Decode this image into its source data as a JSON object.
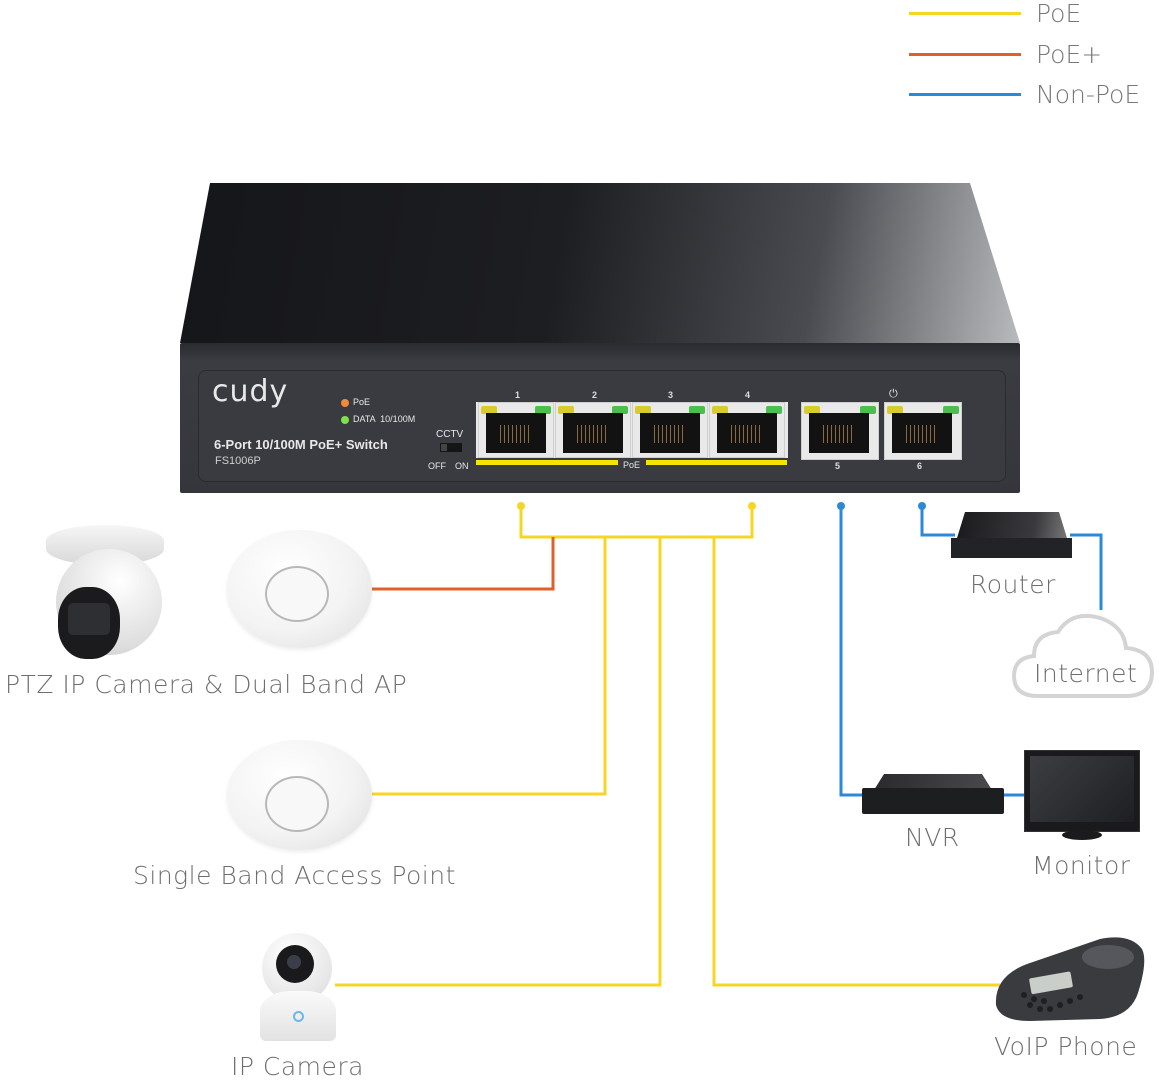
{
  "legend": [
    {
      "label": "PoE",
      "color": "#f5d723"
    },
    {
      "label": "PoE+",
      "color": "#e0602a"
    },
    {
      "label": "Non-PoE",
      "color": "#2b8ad8"
    }
  ],
  "switch": {
    "brand": "cudy",
    "product_name": "6-Port 10/100M PoE+ Switch",
    "model": "FS1006P",
    "led_poe_label": "PoE",
    "led_data_label": "DATA  10/100M",
    "led_poe_color": "#f08a3c",
    "led_data_color": "#7ee04a",
    "cctv_label": "CCTV",
    "cctv_off": "OFF",
    "cctv_on": "ON",
    "poe_bar_label": "PoE",
    "ports": [
      {
        "number": "1",
        "poe": true
      },
      {
        "number": "2",
        "poe": true
      },
      {
        "number": "3",
        "poe": true
      },
      {
        "number": "4",
        "poe": true
      },
      {
        "number": "5",
        "poe": false
      },
      {
        "number": "6",
        "poe": false,
        "top_icon": "power-icon"
      }
    ],
    "power_symbol": "⏻"
  },
  "devices": {
    "ptz_label": "PTZ IP Camera & Dual Band AP",
    "single_ap_label": "Single Band Access Point",
    "ip_camera_label": "IP Camera",
    "router_label": "Router",
    "internet_label": "Internet",
    "nvr_label": "NVR",
    "monitor_label": "Monitor",
    "voip_label": "VoIP Phone"
  },
  "colors": {
    "poe": "#f5d723",
    "poe_plus": "#e0602a",
    "non_poe": "#2b8ad8",
    "label_text": "#6e6e6e"
  }
}
